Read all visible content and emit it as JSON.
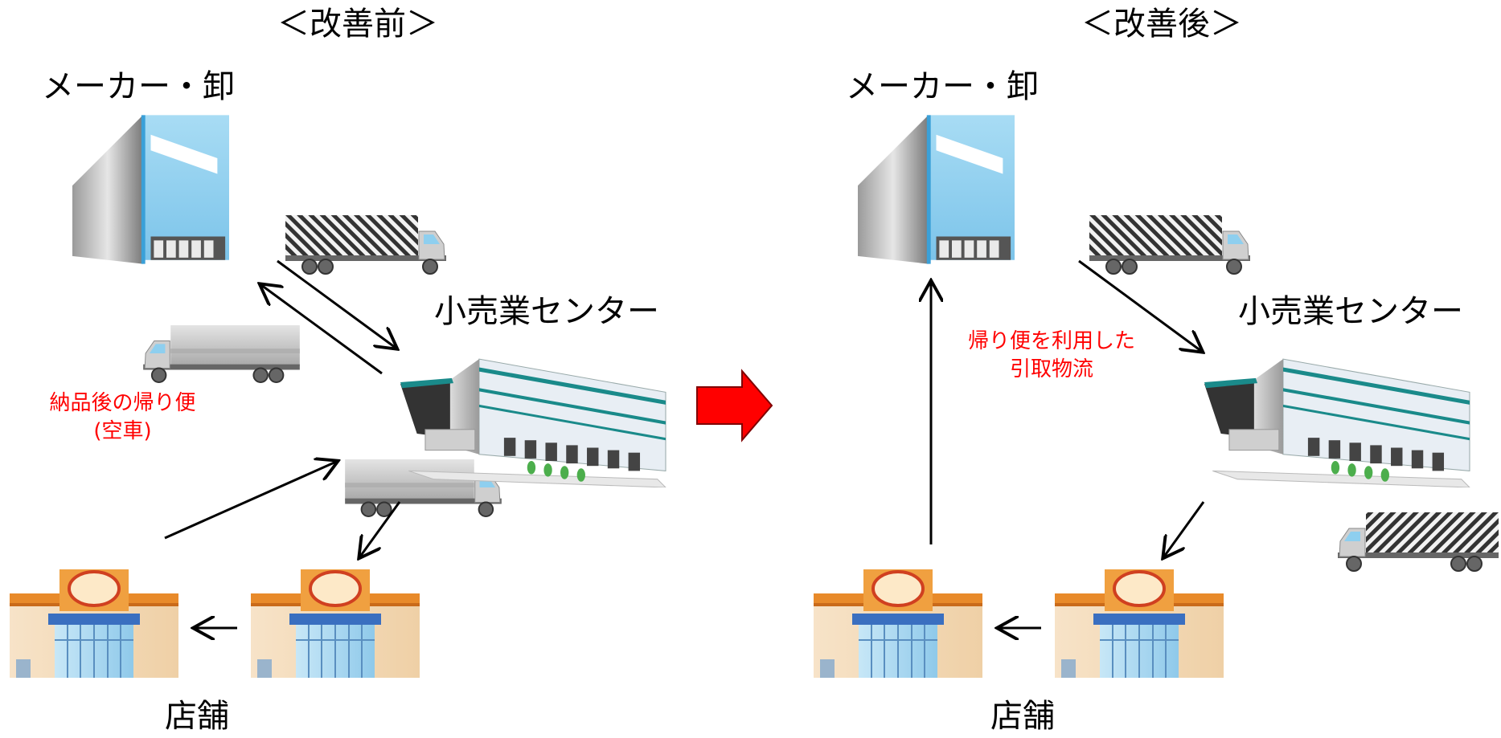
{
  "before": {
    "title": "＜改善前＞",
    "maker_label": "メーカー・卸",
    "center_label": "小売業センター",
    "store_label": "店舗",
    "return_note_line1": "納品後の帰り便",
    "return_note_line2": "(空車)"
  },
  "after": {
    "title": "＜改善後＞",
    "maker_label": "メーカー・卸",
    "center_label": "小売業センター",
    "store_label": "店舗",
    "pickup_note_line1": "帰り便を利用した",
    "pickup_note_line2": "引取物流"
  },
  "colors": {
    "note_text": "#ff0000",
    "big_arrow": "#ff0000",
    "building_glass": "#8ecfef",
    "store_orange": "#f0a040",
    "truck_gray": "#cfcfcf",
    "center_teal": "#1a8a8a"
  }
}
